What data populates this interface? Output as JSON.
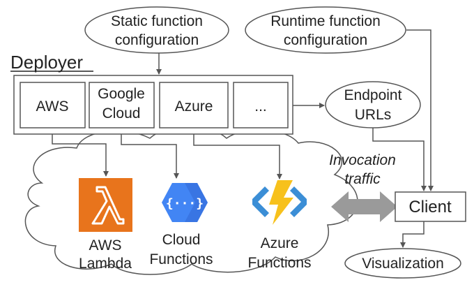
{
  "deployer": {
    "title": "Deployer",
    "providers": [
      "AWS",
      "Google Cloud",
      "Azure",
      "..."
    ]
  },
  "config": {
    "static": "Static function configuration",
    "runtime": "Runtime function configuration"
  },
  "endpoints": "Endpoint URLs",
  "traffic": "Invocation traffic",
  "client": "Client",
  "visualization": "Visualization",
  "services": {
    "aws": "AWS Lambda",
    "google": "Cloud Functions",
    "azure": "Azure Functions"
  },
  "icons": {
    "aws": "aws-lambda-icon",
    "google": "google-cloud-functions-icon",
    "azure": "azure-functions-icon"
  },
  "colors": {
    "stroke": "#555555",
    "arrow_fill": "#9a9a9a",
    "aws_orange": "#e8741c",
    "gcp_blue": "#4285f4",
    "azure_yellow": "#f7c11c",
    "azure_blue": "#3b8ed6"
  }
}
